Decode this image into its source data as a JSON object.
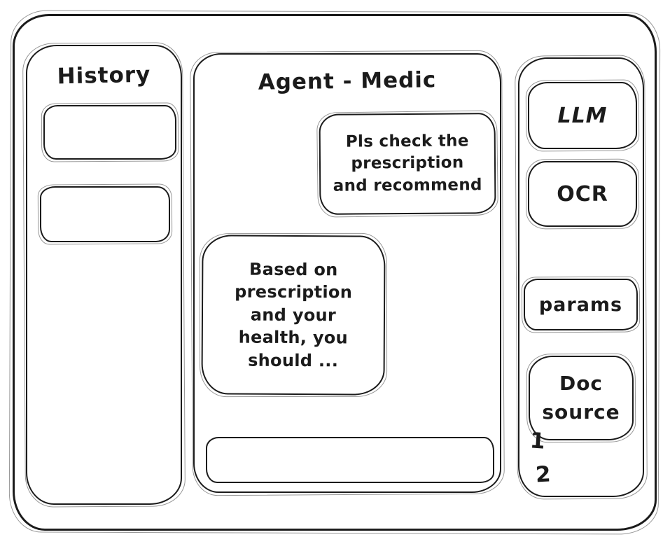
{
  "colors": {
    "ink": "#1b1b1b",
    "bg": "#ffffff"
  },
  "history_panel": {
    "title": "History",
    "items": [
      "",
      ""
    ]
  },
  "chat_panel": {
    "title": "Agent - Medic",
    "messages": [
      {
        "role": "user",
        "text": "Pls check the\nprescription\nand recommend"
      },
      {
        "role": "assistant",
        "text": "Based on\nprescription\nand your\nhealth, you\nshould ..."
      }
    ],
    "input": {
      "value": "",
      "placeholder": ""
    }
  },
  "tools_panel": {
    "buttons": [
      {
        "label": "LLM"
      },
      {
        "label": "OCR"
      },
      {
        "label": "params"
      },
      {
        "label": "Doc\nsource"
      }
    ],
    "doc_source_items": [
      "1",
      "2"
    ]
  }
}
